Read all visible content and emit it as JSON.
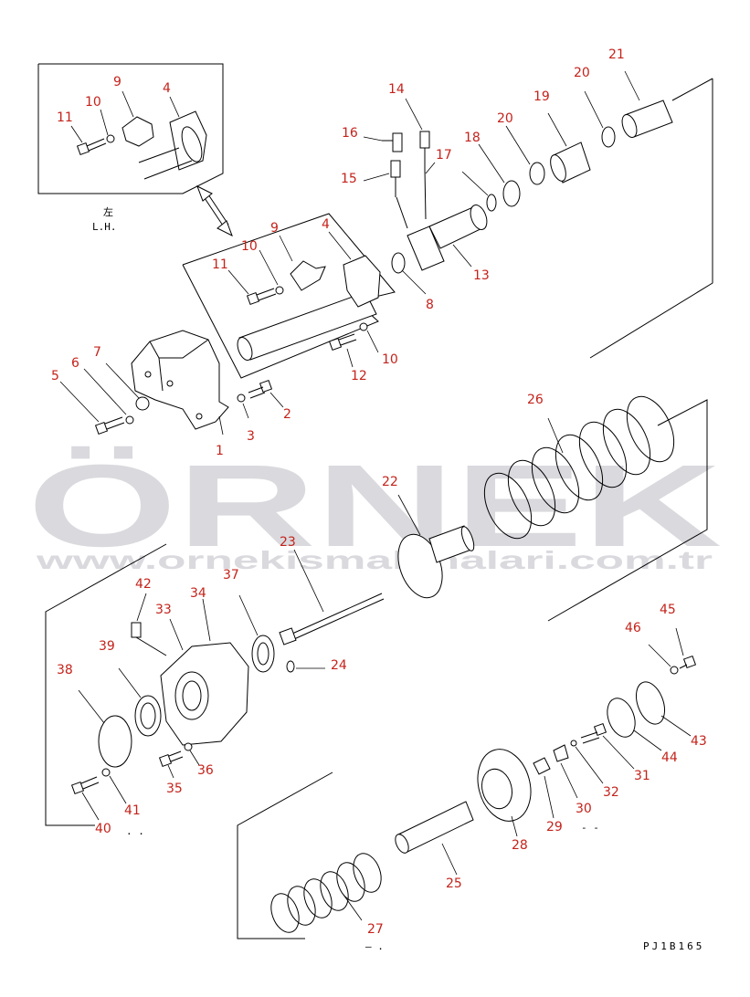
{
  "watermark": {
    "brand": "ÖRNEK",
    "url": "www.ornekismakinalari.com.tr"
  },
  "inset": {
    "side_mark": "左",
    "side_label": "L.H."
  },
  "drawing_code": "PJ1B165",
  "part_labels": {
    "n1": "1",
    "n2": "2",
    "n3": "3",
    "n4a": "4",
    "n4b": "4",
    "n5": "5",
    "n6": "6",
    "n7": "7",
    "n8": "8",
    "n9a": "9",
    "n9b": "9",
    "n10a": "10",
    "n10b": "10",
    "n10c": "10",
    "n11a": "11",
    "n11b": "11",
    "n12": "12",
    "n13": "13",
    "n14": "14",
    "n15": "15",
    "n16": "16",
    "n17": "17",
    "n18": "18",
    "n19": "19",
    "n20a": "20",
    "n20b": "20",
    "n21": "21",
    "n22": "22",
    "n23": "23",
    "n24": "24",
    "n25": "25",
    "n26": "26",
    "n27": "27",
    "n28": "28",
    "n29": "29",
    "n30": "30",
    "n31": "31",
    "n32": "32",
    "n33": "33",
    "n34": "34",
    "n35": "35",
    "n36": "36",
    "n37": "37",
    "n38": "38",
    "n39": "39",
    "n40": "40",
    "n41": "41",
    "n42": "42",
    "n43": "43",
    "n44": "44",
    "n45": "45",
    "n46": "46"
  },
  "colors": {
    "label": "#c4231b",
    "line": "#000000",
    "watermark": "#d9d9de"
  }
}
